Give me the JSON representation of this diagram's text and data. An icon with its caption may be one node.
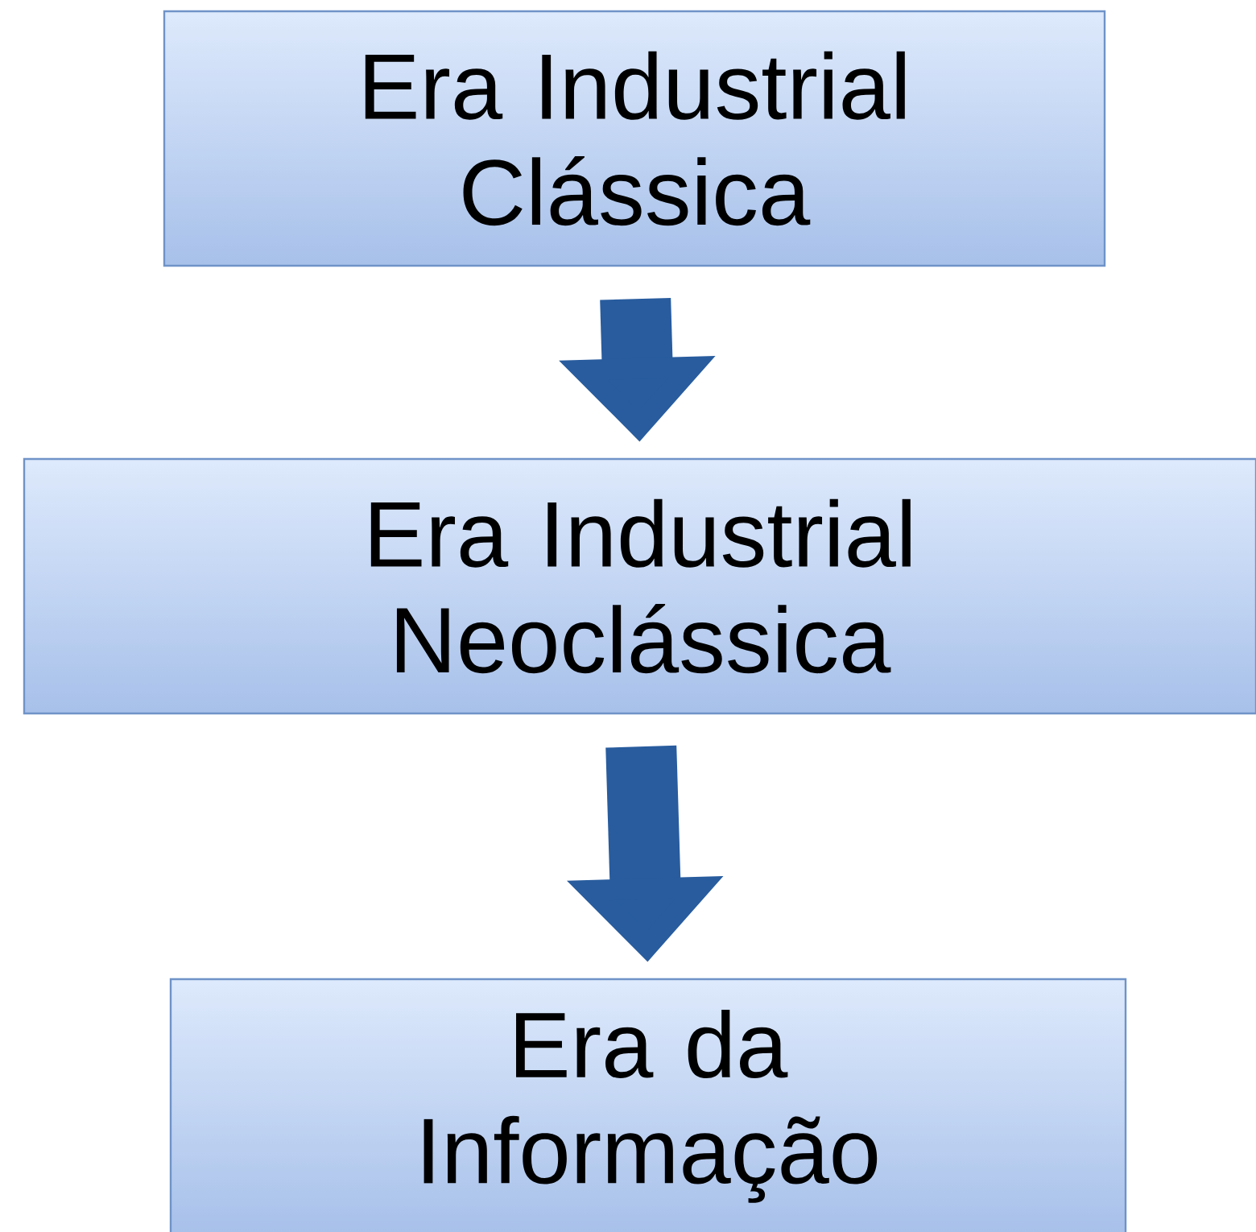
{
  "diagram": {
    "nodes": [
      {
        "text": [
          "Era Industrial Clássica"
        ]
      },
      {
        "text": [
          "Era Industrial Neoclássica"
        ]
      },
      {
        "text": [
          "Era da Informação"
        ]
      }
    ],
    "edges": [
      {
        "from": 0,
        "to": 1,
        "arrow": "to"
      },
      {
        "from": 1,
        "to": 2,
        "arrow": "to"
      }
    ]
  }
}
